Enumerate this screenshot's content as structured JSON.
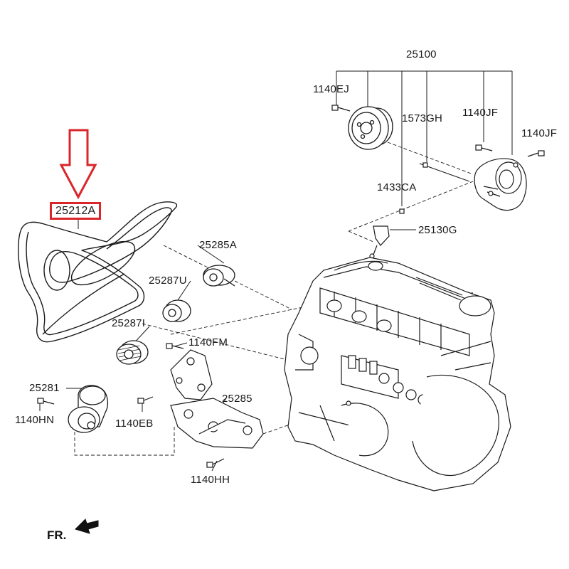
{
  "diagram": {
    "highlight_color": "#d9262b",
    "line_color": "#1a1a1a",
    "callouts": {
      "p25100": "25100",
      "p1140EJ": "1140EJ",
      "p1573GH": "1573GH",
      "p1140JF_a": "1140JF",
      "p1140JF_b": "1140JF",
      "p1433CA": "1433CA",
      "p25130G": "25130G",
      "p25212A": "25212A",
      "p25285A": "25285A",
      "p25287U": "25287U",
      "p25287I": "25287I",
      "p1140FM": "1140FM",
      "p25281": "25281",
      "p1140HN": "1140HN",
      "p1140EB": "1140EB",
      "p25285": "25285",
      "p1140HH": "1140HH"
    },
    "direction_label": "FR.",
    "highlighted_part": "25212A",
    "icons": [
      "down-arrow-icon",
      "front-direction-arrow-icon"
    ]
  }
}
